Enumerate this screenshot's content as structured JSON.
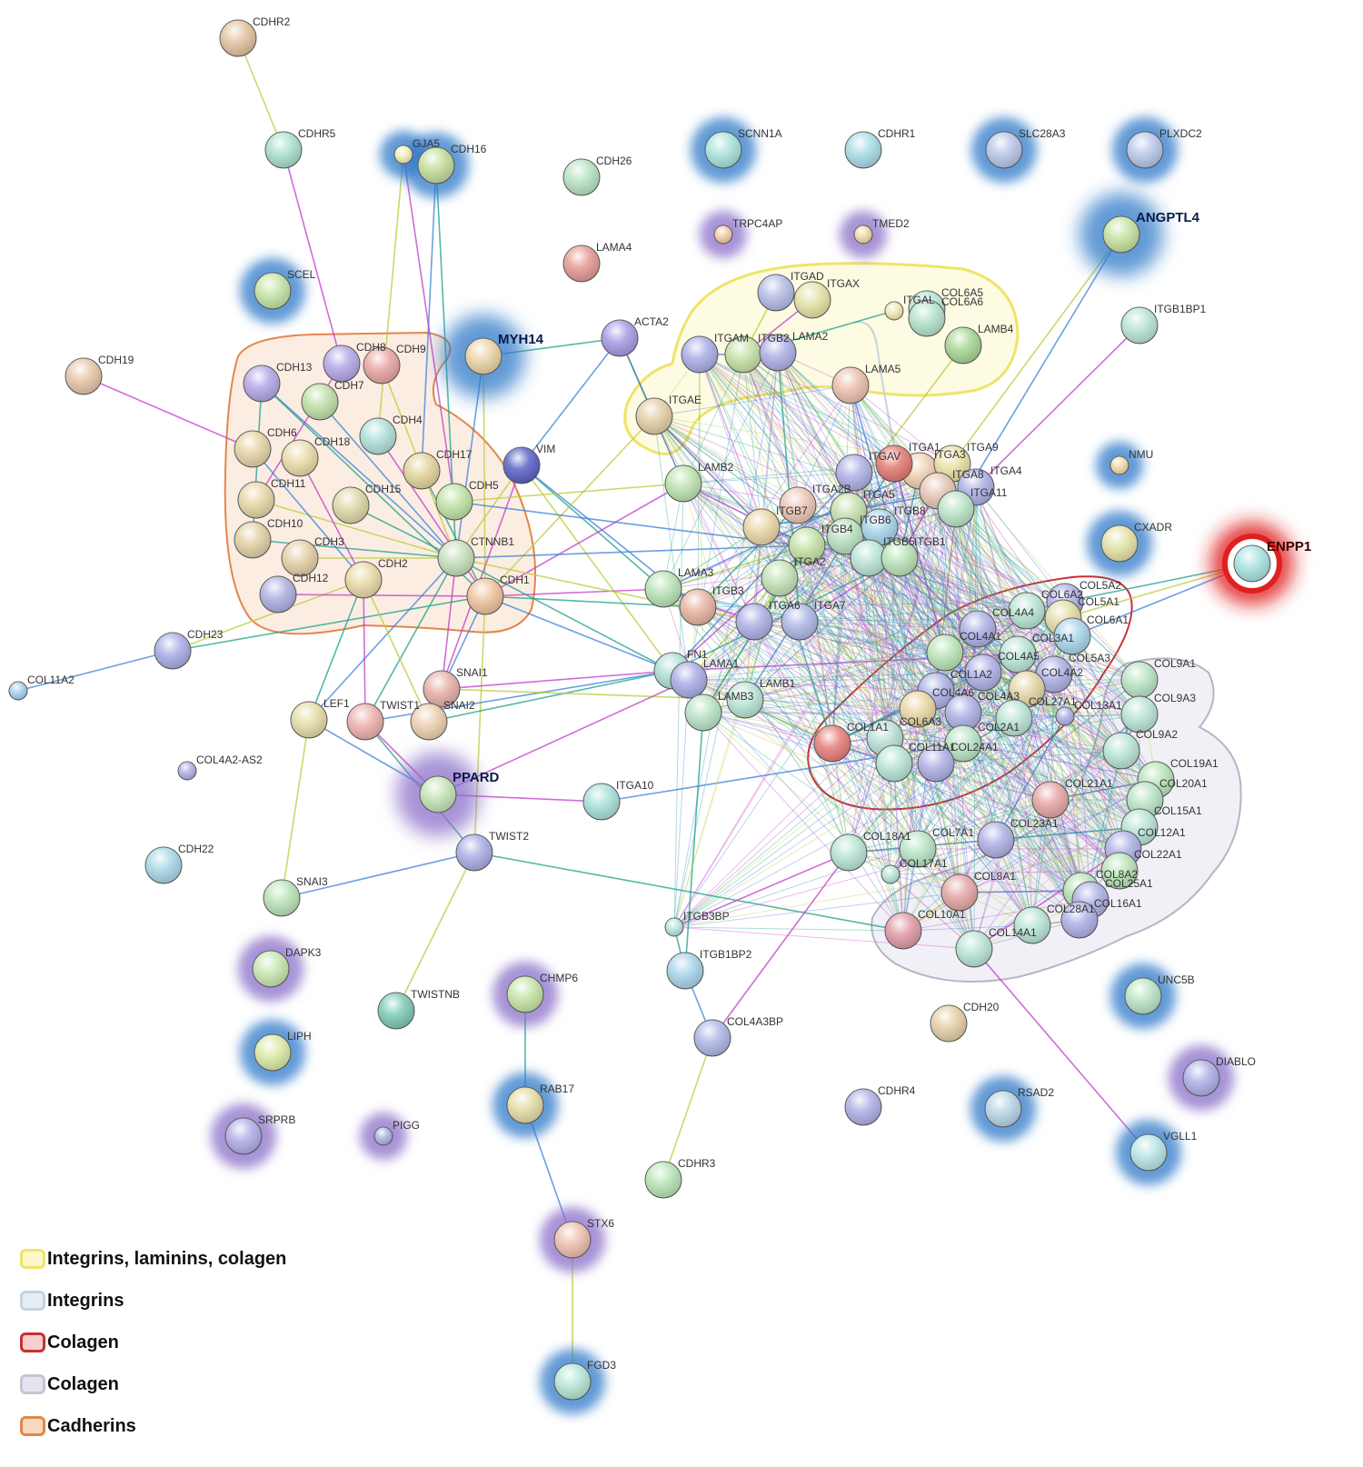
{
  "nodes": [
    {
      "label": "CDHR2",
      "color": "#e3c2a0"
    },
    {
      "label": "CDHR5",
      "color": "#a9e0d0"
    },
    {
      "label": "GJA5",
      "color": "#f1eeb8"
    },
    {
      "label": "CDH16",
      "color": "#c4dc9c"
    },
    {
      "label": "CDH26",
      "color": "#b8e3c2"
    },
    {
      "label": "LAMA4",
      "color": "#e49a94"
    },
    {
      "label": "SCNN1A",
      "color": "#a9e2da"
    },
    {
      "label": "CDHR1",
      "color": "#a9dce6"
    },
    {
      "label": "SLC28A3",
      "color": "#b9c6ea"
    },
    {
      "label": "PLXDC2",
      "color": "#b9c8ea"
    },
    {
      "label": "ANGPTL4",
      "color": "#c6e2a0"
    },
    {
      "label": "TRPC4AP",
      "color": "#f3cda6"
    },
    {
      "label": "TMED2",
      "color": "#f0d9a6"
    },
    {
      "label": "SCEL",
      "color": "#c4e4a6"
    },
    {
      "label": "MYH14",
      "color": "#ead3a6"
    },
    {
      "label": "ACTA2",
      "color": "#a99ae6"
    },
    {
      "label": "CDH19",
      "color": "#e6c6a8"
    },
    {
      "label": "CDH13",
      "color": "#b4a8e6"
    },
    {
      "label": "CDH8",
      "color": "#b4a8e6"
    },
    {
      "label": "CDH9",
      "color": "#e8a6a2"
    },
    {
      "label": "CDH7",
      "color": "#bfe0a6"
    },
    {
      "label": "CDH4",
      "color": "#b0e0da"
    },
    {
      "label": "CDH6",
      "color": "#e6d4a6"
    },
    {
      "label": "CDH18",
      "color": "#ecdcaa"
    },
    {
      "label": "CDH17",
      "color": "#e3d49c"
    },
    {
      "label": "CDH11",
      "color": "#e6d6a6"
    },
    {
      "label": "CDH15",
      "color": "#dcd8a6"
    },
    {
      "label": "CDH5",
      "color": "#bfe3a6"
    },
    {
      "label": "CDH10",
      "color": "#e3cfa6"
    },
    {
      "label": "CDH3",
      "color": "#e6cfa6"
    },
    {
      "label": "CTNNB1",
      "color": "#c6e0ba"
    },
    {
      "label": "CDH12",
      "color": "#aeb0e0"
    },
    {
      "label": "CDH2",
      "color": "#ead9a6"
    },
    {
      "label": "CDH1",
      "color": "#eec39e"
    },
    {
      "label": "VIM",
      "color": "#5a62c6"
    },
    {
      "label": "CDH23",
      "color": "#a9aee6"
    },
    {
      "label": "COL11A2",
      "color": "#a9d0ec"
    },
    {
      "label": "SNAI1",
      "color": "#e6b0a6"
    },
    {
      "label": "LEF1",
      "color": "#e3dca6"
    },
    {
      "label": "TWIST1",
      "color": "#ecb0ae"
    },
    {
      "label": "SNAI2",
      "color": "#ecd0b0"
    },
    {
      "label": "COL4A2-AS2",
      "color": "#aeb0e6"
    },
    {
      "label": "PPARD",
      "color": "#c4e4b6"
    },
    {
      "label": "TWIST2",
      "color": "#a9aee6"
    },
    {
      "label": "CDH22",
      "color": "#a9d8e6"
    },
    {
      "label": "SNAI3",
      "color": "#b9e4b6"
    },
    {
      "label": "DAPK3",
      "color": "#c8e6b0"
    },
    {
      "label": "TWISTNB",
      "color": "#7ecab8"
    },
    {
      "label": "CHMP6",
      "color": "#c6e4a6"
    },
    {
      "label": "LIPH",
      "color": "#dce9a6"
    },
    {
      "label": "SRPRB",
      "color": "#b0aee6"
    },
    {
      "label": "PIGG",
      "color": "#aeb0e6"
    },
    {
      "label": "RAB17",
      "color": "#e3dca6"
    },
    {
      "label": "STX6",
      "color": "#ecc0ae"
    },
    {
      "label": "FGD3",
      "color": "#b6e6d6"
    },
    {
      "label": "ITGAD",
      "color": "#b4bce6"
    },
    {
      "label": "ITGAX",
      "color": "#e4e2a6"
    },
    {
      "label": "ITGAL",
      "color": "#f0eab0"
    },
    {
      "label": "COL6A5",
      "color": "#b9e4d6"
    },
    {
      "label": "COL6A6",
      "color": "#b4e2cc"
    },
    {
      "label": "ITGAM",
      "color": "#a9aee6"
    },
    {
      "label": "ITGB2",
      "color": "#c6e0a6"
    },
    {
      "label": "LAMA2",
      "color": "#aeb0e6"
    },
    {
      "label": "LAMB4",
      "color": "#a8d694"
    },
    {
      "label": "LAMA5",
      "color": "#ecc0ae"
    },
    {
      "label": "ITGAE",
      "color": "#e3cea6"
    },
    {
      "label": "LAMB2",
      "color": "#bfe3b0"
    },
    {
      "label": "ITGAV",
      "color": "#aeb0e6"
    },
    {
      "label": "ITGA3",
      "color": "#f0d0b0"
    },
    {
      "label": "ITGA9",
      "color": "#e9e2a6"
    },
    {
      "label": "ITGA1",
      "color": "#e37a74"
    },
    {
      "label": "ITGA4",
      "color": "#aeb0e6"
    },
    {
      "label": "ITGA2B",
      "color": "#ecc6b6"
    },
    {
      "label": "ITGA5",
      "color": "#c6e0b0"
    },
    {
      "label": "ITGA8",
      "color": "#e6c6b6"
    },
    {
      "label": "ITGA11",
      "color": "#b9e4c6"
    },
    {
      "label": "ITGB6",
      "color": "#b9e0c0"
    },
    {
      "label": "ITGB8",
      "color": "#a9d4ea"
    },
    {
      "label": "ITGB7",
      "color": "#ead6a6"
    },
    {
      "label": "ITGB4",
      "color": "#c4e2a6"
    },
    {
      "label": "ITGB5",
      "color": "#b9e4d6"
    },
    {
      "label": "ITGB1",
      "color": "#b9e4b6"
    },
    {
      "label": "LAMA3",
      "color": "#b9e4b6"
    },
    {
      "label": "ITGB3",
      "color": "#e6b4a0"
    },
    {
      "label": "ITGA2",
      "color": "#c4e2b6"
    },
    {
      "label": "ITGA6",
      "color": "#aeb0e6"
    },
    {
      "label": "ITGA7",
      "color": "#aeb8e6"
    },
    {
      "label": "FN1",
      "color": "#b0e0d6"
    },
    {
      "label": "LAMA1",
      "color": "#a9aee6"
    },
    {
      "label": "LAMB1",
      "color": "#b9e4d6"
    },
    {
      "label": "LAMB3",
      "color": "#b9e4c6"
    },
    {
      "label": "ITGA10",
      "color": "#a9e0da"
    },
    {
      "label": "COL5A2",
      "color": "#aeb0e6"
    },
    {
      "label": "COL6A2",
      "color": "#b9e4d6"
    },
    {
      "label": "COL5A1",
      "color": "#e3dca6"
    },
    {
      "label": "COL4A4",
      "color": "#aeb0e6"
    },
    {
      "label": "COL6A1",
      "color": "#a9d4ea"
    },
    {
      "label": "COL4A1",
      "color": "#b9e4b6"
    },
    {
      "label": "COL3A1",
      "color": "#b9e4d6"
    },
    {
      "label": "COL4A5",
      "color": "#aeb0e6"
    },
    {
      "label": "COL5A3",
      "color": "#aeb0e6"
    },
    {
      "label": "COL4A2",
      "color": "#e3d6a6"
    },
    {
      "label": "COL1A2",
      "color": "#aeb0e6"
    },
    {
      "label": "COL4A6",
      "color": "#ead6a6"
    },
    {
      "label": "COL4A3",
      "color": "#aeb0e6"
    },
    {
      "label": "COL27A1",
      "color": "#b9e4d6"
    },
    {
      "label": "COL1A1",
      "color": "#e6807a"
    },
    {
      "label": "COL6A3",
      "color": "#b9e0d6"
    },
    {
      "label": "COL2A1",
      "color": "#b9e4c6"
    },
    {
      "label": "COL11A1",
      "color": "#b9e4d6"
    },
    {
      "label": "COL24A1",
      "color": "#aeb0e6"
    },
    {
      "label": "COL9A1",
      "color": "#b9e4c6"
    },
    {
      "label": "COL9A3",
      "color": "#b9e4d6"
    },
    {
      "label": "COL13A1",
      "color": "#aeb0e6"
    },
    {
      "label": "COL9A2",
      "color": "#b9e4d6"
    },
    {
      "label": "COL19A1",
      "color": "#b9e4b6"
    },
    {
      "label": "COL21A1",
      "color": "#e6a6a6"
    },
    {
      "label": "COL20A1",
      "color": "#b9e4c6"
    },
    {
      "label": "COL15A1",
      "color": "#b9e4d6"
    },
    {
      "label": "COL23A1",
      "color": "#aeb0e6"
    },
    {
      "label": "COL18A1",
      "color": "#b9e4d6"
    },
    {
      "label": "COL7A1",
      "color": "#b9e4c6"
    },
    {
      "label": "COL12A1",
      "color": "#aeb0e6"
    },
    {
      "label": "COL22A1",
      "color": "#b9e4b6"
    },
    {
      "label": "COL17A1",
      "color": "#b9e4d6"
    },
    {
      "label": "COL8A1",
      "color": "#e6a6a6"
    },
    {
      "label": "COL8A2",
      "color": "#b9e4b6"
    },
    {
      "label": "COL25A1",
      "color": "#aeb0e6"
    },
    {
      "label": "COL10A1",
      "color": "#e09aa6"
    },
    {
      "label": "COL28A1",
      "color": "#b9e4d6"
    },
    {
      "label": "COL16A1",
      "color": "#aeb0e6"
    },
    {
      "label": "COL14A1",
      "color": "#b9e4d6"
    },
    {
      "label": "ENPP1",
      "color": "#a9e2e2"
    },
    {
      "label": "ITGB1BP1",
      "color": "#b9e4d6"
    },
    {
      "label": "NMU",
      "color": "#f0d9a6"
    },
    {
      "label": "CXADR",
      "color": "#e6e2a6"
    },
    {
      "label": "ITGB3BP",
      "color": "#b9e4e6"
    },
    {
      "label": "ITGB1BP2",
      "color": "#a9d4ea"
    },
    {
      "label": "COL4A3BP",
      "color": "#aeb8e6"
    },
    {
      "label": "CDHR3",
      "color": "#b9e4b6"
    },
    {
      "label": "CDH20",
      "color": "#e6cfa6"
    },
    {
      "label": "UNC5B",
      "color": "#b9e4c6"
    },
    {
      "label": "CDHR4",
      "color": "#aeb0e6"
    },
    {
      "label": "RSAD2",
      "color": "#b9d4e6"
    },
    {
      "label": "DIABLO",
      "color": "#aeb0e6"
    },
    {
      "label": "VGLL1",
      "color": "#b9e4e6"
    }
  ],
  "legend": [
    {
      "label": "Integrins, laminins, colagen",
      "fill": "#fbf7c8",
      "border": "#efe46a"
    },
    {
      "label": "Integrins",
      "fill": "#e6eef4",
      "border": "#c6d4de"
    },
    {
      "label": "Colagen",
      "fill": "#f7cfcf",
      "border": "#c83030"
    },
    {
      "label": "Colagen",
      "fill": "#e6e3ee",
      "border": "#c8c4d6"
    },
    {
      "label": "Cadherins",
      "fill": "#f8d8c0",
      "border": "#e3864a"
    }
  ],
  "colors": {
    "blue_halo": "#2f78c8",
    "purple_halo": "#8a6fc8",
    "red_halo": "#e02020",
    "edge_green": "#b8cc3a",
    "edge_magenta": "#c03cc8",
    "edge_teal": "#1aa08a",
    "edge_blue": "#3a80d8"
  }
}
